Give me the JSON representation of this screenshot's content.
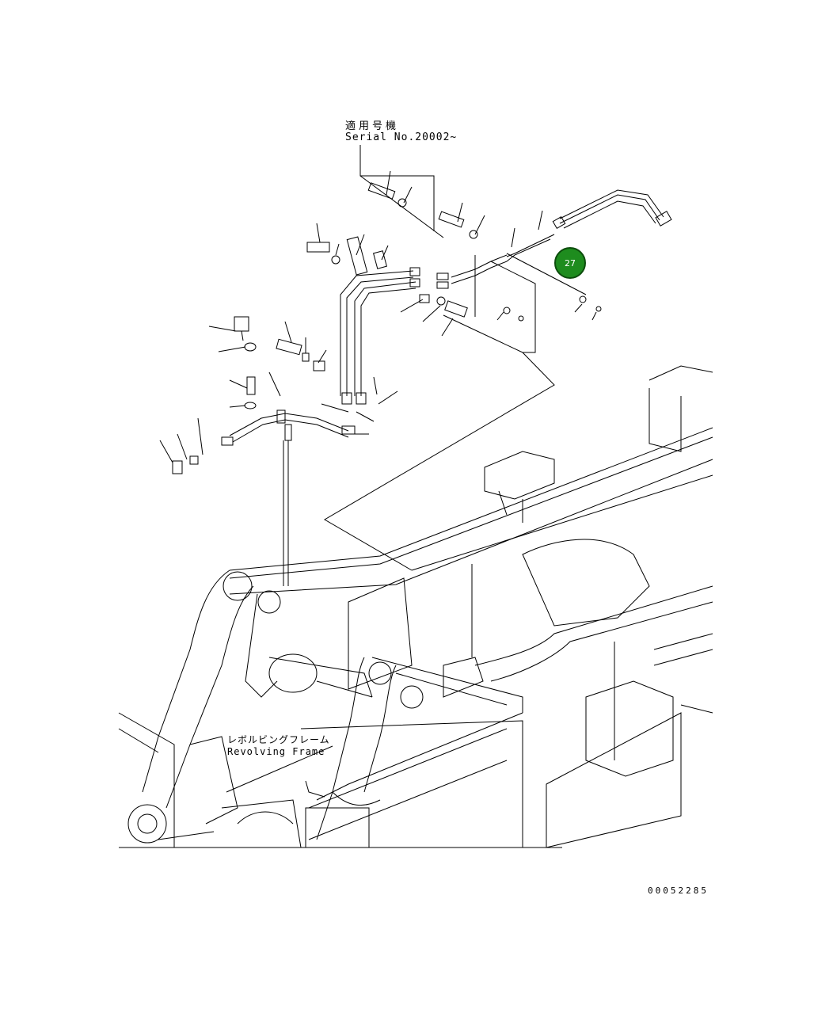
{
  "header": {
    "serial_label_jp": "適用号機",
    "serial_label_en": "Serial No.20002~"
  },
  "frame_label": {
    "jp": "レボルビングフレーム",
    "en": "Revolving Frame"
  },
  "drawing_number": "00052285",
  "callouts": [
    {
      "number": "27",
      "color": "#1e8c1e"
    }
  ]
}
